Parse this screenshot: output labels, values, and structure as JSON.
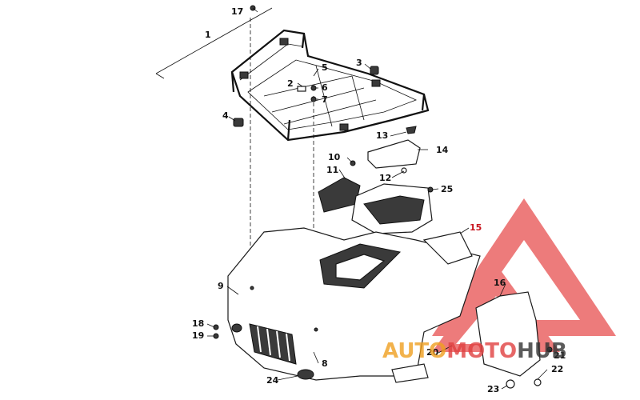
{
  "callouts": [
    {
      "id": "c1",
      "text": "1"
    },
    {
      "id": "c2",
      "text": "2"
    },
    {
      "id": "c3",
      "text": "3"
    },
    {
      "id": "c4",
      "text": "4"
    },
    {
      "id": "c5",
      "text": "5"
    },
    {
      "id": "c6",
      "text": "6"
    },
    {
      "id": "c7",
      "text": "7"
    },
    {
      "id": "c8",
      "text": "8"
    },
    {
      "id": "c9",
      "text": "9"
    },
    {
      "id": "c10",
      "text": "10"
    },
    {
      "id": "c11",
      "text": "11"
    },
    {
      "id": "c12",
      "text": "12"
    },
    {
      "id": "c13",
      "text": "13"
    },
    {
      "id": "c14",
      "text": "14"
    },
    {
      "id": "c15",
      "text": "15"
    },
    {
      "id": "c16",
      "text": "16"
    },
    {
      "id": "c17",
      "text": "17"
    },
    {
      "id": "c18",
      "text": "18"
    },
    {
      "id": "c19",
      "text": "19"
    },
    {
      "id": "c20",
      "text": "20"
    },
    {
      "id": "c21",
      "text": "21"
    },
    {
      "id": "c22",
      "text": "22"
    },
    {
      "id": "c23",
      "text": "23"
    },
    {
      "id": "c24",
      "text": "24"
    },
    {
      "id": "c25",
      "text": "25"
    }
  ],
  "watermark": {
    "part1": "AUTO",
    "part2": "MOTO",
    "part3": "HUB",
    "color_orange": "#f0a020",
    "color_red": "#e04040",
    "color_dark": "#333333",
    "logo_color": "#e85050"
  }
}
